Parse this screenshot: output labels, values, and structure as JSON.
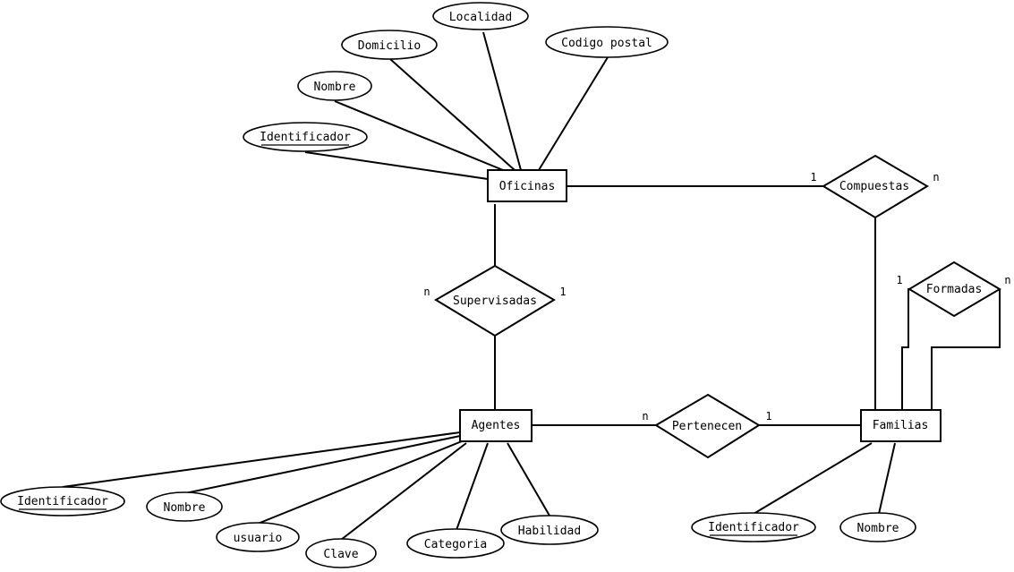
{
  "entities": {
    "oficinas": "Oficinas",
    "agentes": "Agentes",
    "familias": "Familias"
  },
  "relationships": {
    "compuestas": "Compuestas",
    "supervisadas": "Supervisadas",
    "pertenecen": "Pertenecen",
    "formadas": "Formadas"
  },
  "attributes": {
    "oficinas": {
      "identificador": "Identificador",
      "nombre": "Nombre",
      "domicilio": "Domicilio",
      "localidad": "Localidad",
      "codigo_postal": "Codigo postal"
    },
    "agentes": {
      "identificador": "Identificador",
      "nombre": "Nombre",
      "usuario": "usuario",
      "clave": "Clave",
      "categoria": "Categoria",
      "habilidad": "Habilidad"
    },
    "familias": {
      "identificador": "Identificador",
      "nombre": "Nombre"
    }
  },
  "cardinalities": {
    "compuestas_oficinas": "1",
    "compuestas_familias": "n",
    "supervisadas_agentes": "n",
    "supervisadas_oficinas": "1",
    "pertenecen_agentes": "n",
    "pertenecen_familias": "1",
    "formadas_left": "1",
    "formadas_right": "n"
  }
}
